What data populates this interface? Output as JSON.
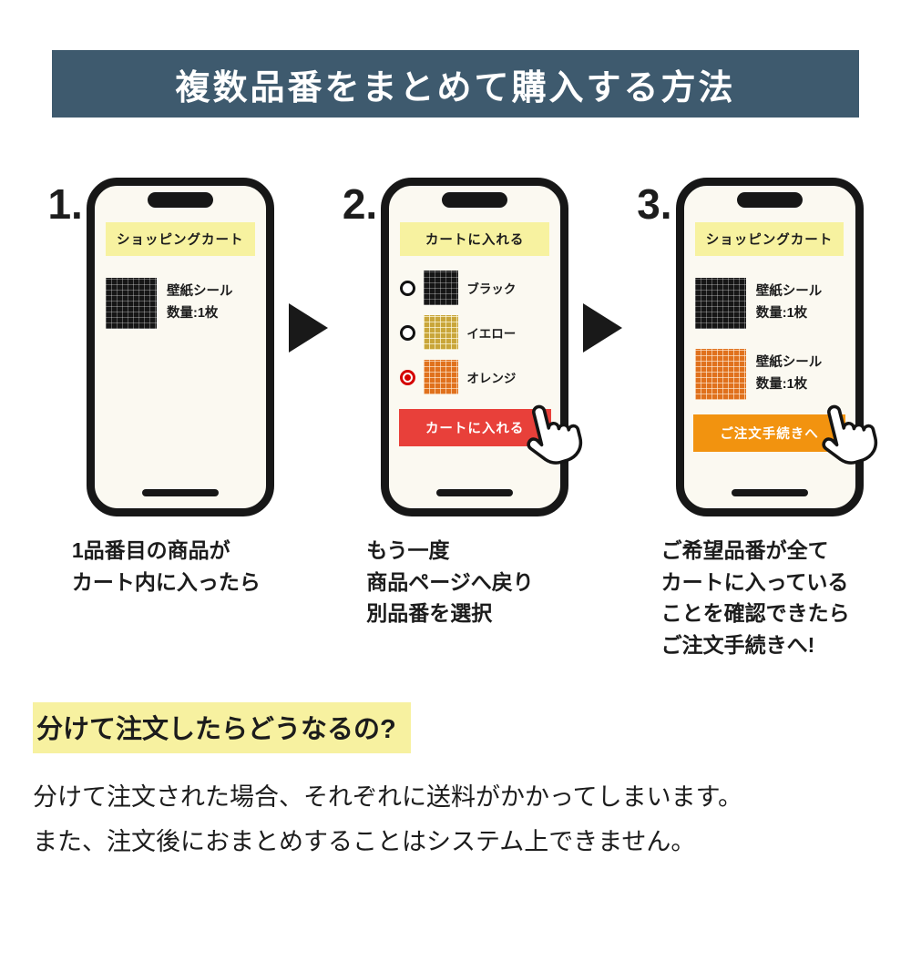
{
  "banner": {
    "title": "複数品番をまとめて購入する方法"
  },
  "steps": [
    {
      "number": "1.",
      "phone_header": "ショッピングカート",
      "products": [
        {
          "name": "壁紙シール",
          "qty": "数量:1枚",
          "swatch": "black"
        }
      ],
      "caption_lines": [
        "1品番目の商品が",
        "カート内に入ったら"
      ]
    },
    {
      "number": "2.",
      "phone_header": "カートに入れる",
      "options": [
        {
          "label": "ブラック",
          "swatch": "black",
          "selected": false
        },
        {
          "label": "イエロー",
          "swatch": "yellow",
          "selected": false
        },
        {
          "label": "オレンジ",
          "swatch": "orange",
          "selected": true
        }
      ],
      "button_label": "カートに入れる",
      "caption_lines": [
        "もう一度",
        "商品ページへ戻り",
        "別品番を選択"
      ]
    },
    {
      "number": "3.",
      "phone_header": "ショッピングカート",
      "products": [
        {
          "name": "壁紙シール",
          "qty": "数量:1枚",
          "swatch": "black"
        },
        {
          "name": "壁紙シール",
          "qty": "数量:1枚",
          "swatch": "orange"
        }
      ],
      "button_label": "ご注文手続きへ",
      "caption_lines": [
        "ご希望品番が全て",
        "カートに入っている",
        "ことを確認できたら",
        "ご注文手続きへ!"
      ]
    }
  ],
  "faq": {
    "heading": "分けて注文したらどうなるの?",
    "body_lines": [
      "分けて注文された場合、それぞれに送料がかかってしまいます。",
      "また、注文後におまとめすることはシステム上できません。"
    ]
  },
  "colors": {
    "banner_bg": "#3e5a6e",
    "phone_header_bg": "#f7f2a0",
    "cart_button": "#e8403a",
    "order_button": "#f2930f",
    "heading_highlight": "#f7f1a0",
    "radio_selected": "#d40000"
  },
  "icons": {
    "arrow_right": "black right-pointing triangle between steps",
    "hand_cursor": "white hand pointer with black outline"
  }
}
